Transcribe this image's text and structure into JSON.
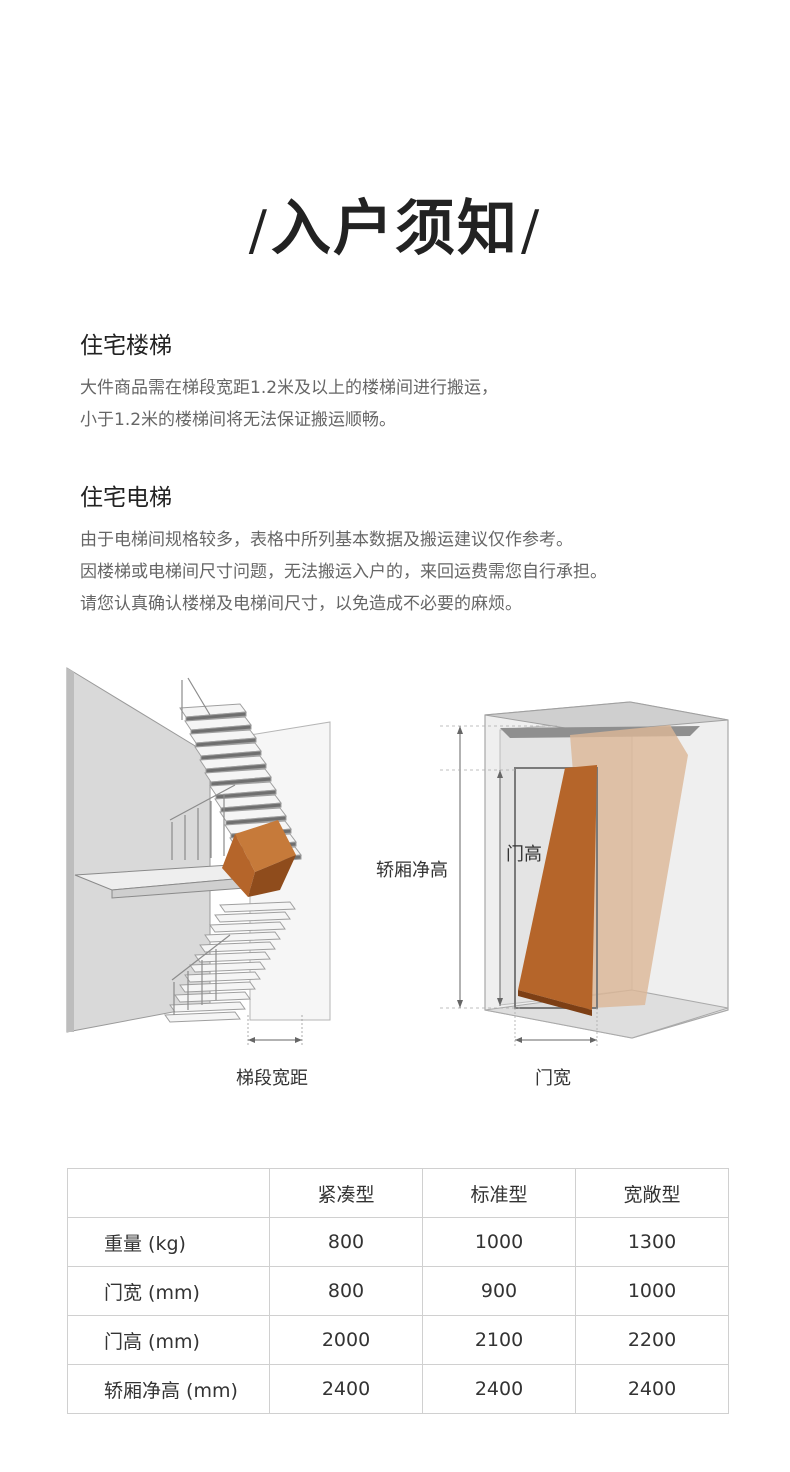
{
  "title": {
    "slash_left": "/",
    "text": "入户须知",
    "slash_right": "/"
  },
  "stairs": {
    "heading": "住宅楼梯",
    "lines": [
      "大件商品需在梯段宽距1.2米及以上的楼梯间进行搬运，",
      "小于1.2米的楼梯间将无法保证搬运顺畅。"
    ]
  },
  "elevator": {
    "heading": "住宅电梯",
    "lines": [
      "由于电梯间规格较多，表格中所列基本数据及搬运建议仅作参考。",
      "因楼梯或电梯间尺寸问题，无法搬运入户的，来回运费需您自行承担。",
      "请您认真确认楼梯及电梯间尺寸，以免造成不必要的麻烦。"
    ]
  },
  "illustration": {
    "stair_width_caption": "梯段宽距",
    "car_height_label": "轿厢净高",
    "door_height_label": "门高",
    "door_width_caption": "门宽",
    "colors": {
      "box_front": "#b5652a",
      "box_top": "#c67a3a",
      "box_side": "#8f4c1c",
      "ghost_box": "#dcb796",
      "wall": "#d6d6d6",
      "step": "#f3f3f3"
    }
  },
  "table": {
    "headers": [
      "",
      "紧凑型",
      "标准型",
      "宽敞型"
    ],
    "rows": [
      {
        "label": "重量 (kg)",
        "values": [
          "800",
          "1000",
          "1300"
        ]
      },
      {
        "label": "门宽 (mm)",
        "values": [
          "800",
          "900",
          "1000"
        ]
      },
      {
        "label": "门高 (mm)",
        "values": [
          "2000",
          "2100",
          "2200"
        ]
      },
      {
        "label": "轿厢净高 (mm)",
        "values": [
          "2400",
          "2400",
          "2400"
        ]
      }
    ]
  }
}
